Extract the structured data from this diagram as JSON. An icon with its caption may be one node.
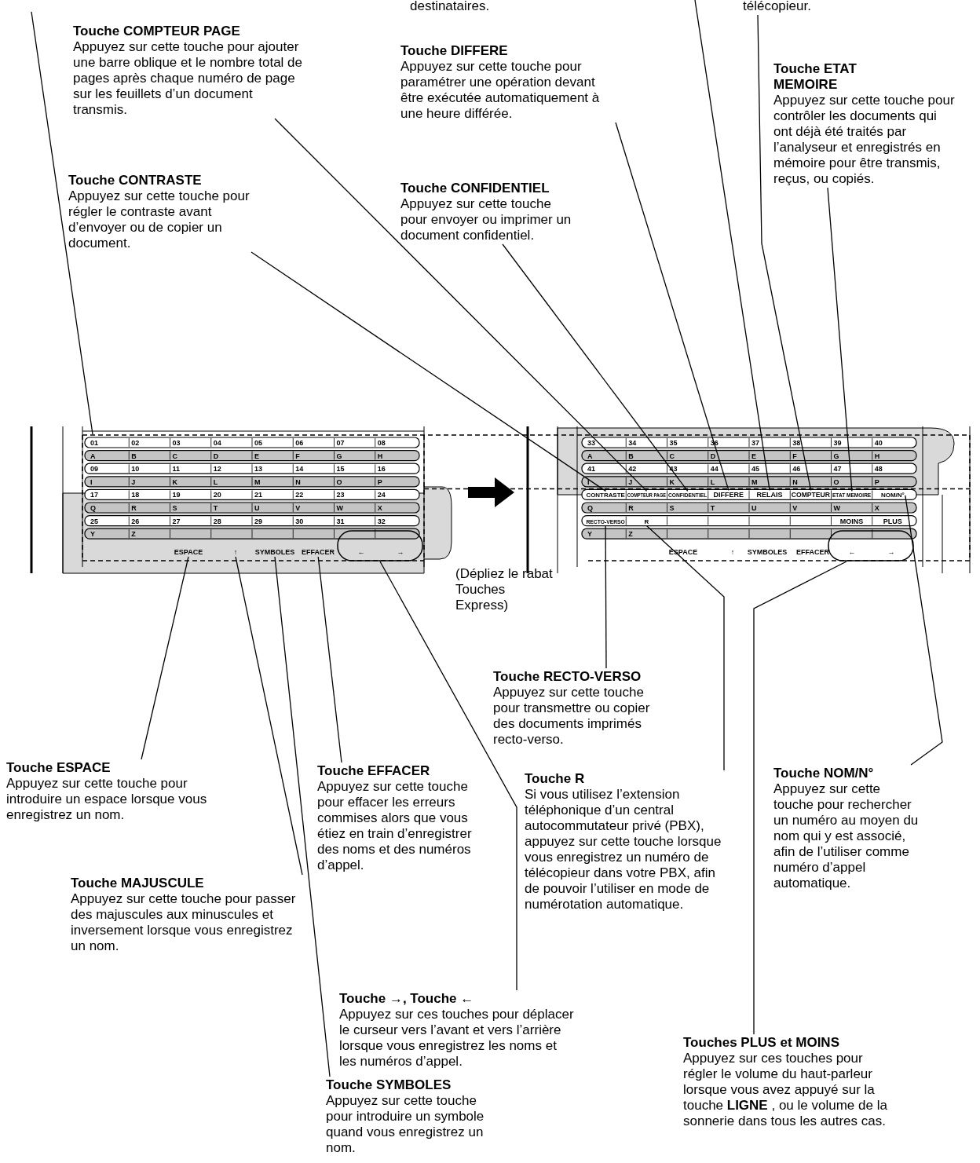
{
  "diagram": {
    "nodes": [
      {
        "text": [
          "destinataires."
        ]
      },
      {
        "text": [
          "télécopieur."
        ]
      },
      {
        "text": [
          "Touche COMPTEUR PAGE",
          "Appuyez sur cette touche pour ajouter une barre oblique et le nombre total de pages après chaque numéro de page sur les feuillets d’un document transmis."
        ]
      },
      {
        "text": [
          "Touche DIFFERE",
          "Appuyez sur cette touche pour paramétrer une opération devant être exécutée automatiquement à une heure différée."
        ]
      },
      {
        "text": [
          "Touche ETAT MEMOIRE",
          "Appuyez sur cette touche pour contrôler les documents qui ont déjà été traités par l’analyseur et enregistrés en mémoire pour être transmis, reçus, ou copiés."
        ]
      },
      {
        "text": [
          "Touche CONTRASTE",
          "Appuyez sur cette touche pour régler le contraste avant d’envoyer ou de copier un document."
        ]
      },
      {
        "text": [
          "Touche CONFIDENTIEL",
          "Appuyez sur cette touche pour envoyer ou imprimer un document confidentiel."
        ]
      },
      {
        "text": [
          "Touche RECTO-VERSO",
          "Appuyez sur cette touche pour transmettre ou copier des documents imprimés recto-verso."
        ]
      },
      {
        "text": [
          "Touche ESPACE",
          "Appuyez sur cette touche pour introduire un espace lorsque vous enregistrez un nom."
        ]
      },
      {
        "text": [
          "Touche EFFACER",
          "Appuyez sur cette touche pour effacer les erreurs commises alors que vous étiez en train d’enregistrer des noms et des numéros d’appel."
        ]
      },
      {
        "text": [
          "Touche R",
          "Si vous utilisez l’extension téléphonique d’un central autocommutateur privé (PBX), appuyez sur cette touche lorsque vous enregistrez un numéro de télécopieur dans votre PBX, afin de pouvoir l’utiliser en mode de numérotation automatique."
        ]
      },
      {
        "text": [
          "Touche NOM/N°",
          "Appuyez sur cette touche pour rechercher un numéro au moyen du nom qui y est associé, afin de l’utiliser comme numéro d’appel automatique."
        ]
      },
      {
        "text": [
          "Touche MAJUSCULE",
          "Appuyez sur cette touche pour passer des majuscules aux minuscules et inversement lorsque vous enregistrez un nom."
        ]
      },
      {
        "text": [
          "Touche →, Touche ←",
          "Appuyez sur ces touches pour déplacer le curseur vers l’avant et vers l’arrière lorsque vous enregistrez les noms et les numéros d’appel."
        ]
      },
      {
        "text": [
          "Touches PLUS et MOINS",
          "Appuyez sur ces touches pour régler le volume du haut-parleur lorsque vous avez appuyé sur la touche **LIGNE** , ou le volume de la sonnerie dans tous les autres cas."
        ]
      },
      {
        "text": [
          "Touche SYMBOLES",
          "Appuyez sur cette touche pour introduire un symbole quand vous enregistrez un nom."
        ]
      },
      {
        "text": [
          "CONTRASTE"
        ]
      },
      {
        "text": [
          "COMPTEUR PAGE"
        ]
      },
      {
        "text": [
          "CONFIDENTIEL"
        ]
      },
      {
        "text": [
          "DIFFERE"
        ]
      },
      {
        "text": [
          "RELAIS"
        ]
      },
      {
        "text": [
          "COMPTEUR"
        ]
      },
      {
        "text": [
          "ETAT MEMOIRE"
        ]
      },
      {
        "text": [
          "NOM/N°"
        ]
      },
      {
        "text": [
          "RECTO-VERSO"
        ]
      },
      {
        "text": [
          "R"
        ]
      },
      {
        "text": [
          "ESPACE"
        ]
      },
      {
        "text": [
          "↑"
        ]
      },
      {
        "text": [
          "SYMBOLES"
        ]
      },
      {
        "text": [
          "EFFACER"
        ]
      },
      {
        "text": [
          "←",
          "→"
        ]
      },
      {
        "text": [
          "←",
          "→"
        ]
      }
    ],
    "edges": [
      {
        "from": 2,
        "to": 17,
        "arrow": "none"
      },
      {
        "from": 3,
        "to": 19,
        "arrow": "none"
      },
      {
        "from": 4,
        "to": 22,
        "arrow": "none"
      },
      {
        "from": 5,
        "to": 16,
        "arrow": "none"
      },
      {
        "from": 6,
        "to": 18,
        "arrow": "none"
      },
      {
        "from": 7,
        "to": 24,
        "arrow": "none"
      },
      {
        "from": 8,
        "to": 26,
        "arrow": "none"
      },
      {
        "from": 9,
        "to": 29,
        "arrow": "none"
      },
      {
        "from": 10,
        "to": 25,
        "arrow": "none"
      },
      {
        "from": 11,
        "to": 23,
        "arrow": "none"
      },
      {
        "from": 12,
        "to": 27,
        "arrow": "none"
      },
      {
        "from": 13,
        "to": 30,
        "arrow": "none"
      },
      {
        "from": 14,
        "to": 31,
        "arrow": "none"
      },
      {
        "from": 15,
        "to": 28,
        "arrow": "none"
      },
      {
        "from": null,
        "to": 20,
        "arrow": "none"
      },
      {
        "from": 1,
        "to": 21,
        "arrow": "none"
      }
    ],
    "labels": [
      "01",
      "02",
      "03",
      "04",
      "05",
      "06",
      "07",
      "08",
      "A",
      "B",
      "C",
      "D",
      "E",
      "F",
      "G",
      "H",
      "09",
      "10",
      "11",
      "12",
      "13",
      "14",
      "15",
      "16",
      "I",
      "J",
      "K",
      "L",
      "M",
      "N",
      "O",
      "P",
      "17",
      "18",
      "19",
      "20",
      "21",
      "22",
      "23",
      "24",
      "Q",
      "R",
      "S",
      "T",
      "U",
      "V",
      "W",
      "X",
      "25",
      "26",
      "27",
      "28",
      "29",
      "30",
      "31",
      "32",
      "Y",
      "Z",
      "(Dépliez le rabat Touches Express)",
      "33",
      "34",
      "35",
      "36",
      "37",
      "38",
      "39",
      "40",
      "A",
      "B",
      "C",
      "D",
      "E",
      "F",
      "G",
      "H",
      "41",
      "42",
      "43",
      "44",
      "45",
      "46",
      "47",
      "48",
      "I",
      "J",
      "K",
      "L",
      "M",
      "N",
      "O",
      "P",
      "Q",
      "R",
      "S",
      "T",
      "U",
      "V",
      "W",
      "X",
      "MOINS",
      "PLUS",
      "Y",
      "Z",
      "ESPACE",
      "↑",
      "SYMBOLES",
      "EFFACER"
    ]
  }
}
